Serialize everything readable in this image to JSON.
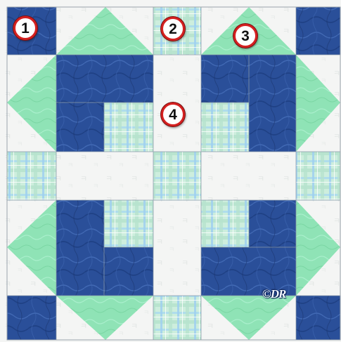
{
  "colors": {
    "background_fabric": "#f4f5f4",
    "navy_fabric": "#2a4f99",
    "navy_dark": "#1e3c7d",
    "mint_fabric": "#8fe3b6",
    "mint_light": "#a6eccb",
    "plaid_base": "#cdeedd",
    "plaid_line": "#9fd0f0",
    "badge_ring": "#d42020",
    "seam": "#8a9aa8"
  },
  "badges": [
    {
      "number": "1"
    },
    {
      "number": "2"
    },
    {
      "number": "3"
    },
    {
      "number": "4"
    }
  ],
  "watermark": {
    "text": "©DR"
  }
}
